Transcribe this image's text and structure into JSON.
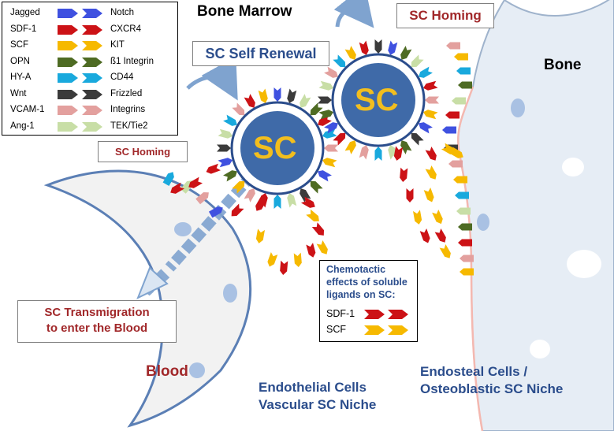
{
  "legend": {
    "rows": [
      {
        "ligand": "Jagged",
        "receptor": "Notch",
        "color": "#3f51e0"
      },
      {
        "ligand": "SDF-1",
        "receptor": "CXCR4",
        "color": "#cc1216"
      },
      {
        "ligand": "SCF",
        "receptor": "KIT",
        "color": "#f6b900"
      },
      {
        "ligand": "OPN",
        "receptor": "ß1 Integrin",
        "color": "#4e6b23"
      },
      {
        "ligand": "HY-A",
        "receptor": "CD44",
        "color": "#19a9dd"
      },
      {
        "ligand": "Wnt",
        "receptor": "Frizzled",
        "color": "#3b3b3b"
      },
      {
        "ligand": "VCAM-1",
        "receptor": "Integrins",
        "color": "#e3a09e"
      },
      {
        "ligand": "Ang-1",
        "receptor": "TEK/Tie2",
        "color": "#c8dea6"
      }
    ]
  },
  "titles": {
    "bone_marrow": "Bone Marrow",
    "bone": "Bone",
    "self_renewal": "SC Self Renewal",
    "homing_top": "SC Homing",
    "homing_left": "SC Homing",
    "transmigration_line1": "SC Transmigration",
    "transmigration_line2": "to enter the Blood",
    "blood": "Blood",
    "endothelial_line1": "Endothelial Cells",
    "endothelial_line2": "Vascular SC Niche",
    "endosteal_line1": "Endosteal Cells /",
    "endosteal_line2": "Osteoblastic SC Niche",
    "sc_left": "SC",
    "sc_right": "SC"
  },
  "chemotactic": {
    "line1": "Chemotactic",
    "line2": "effects of soluble",
    "line3": "ligands on SC:",
    "items": [
      {
        "label": "SDF-1",
        "color": "#cc1216"
      },
      {
        "label": "SCF",
        "color": "#f6b900"
      }
    ]
  },
  "colors": {
    "title_blue": "#2b4d8c",
    "title_red": "#a1282a",
    "cell_fill": "#3f6aa8",
    "sc_text": "#f2be1e",
    "bone_fill": "#e6edf5",
    "bone_edge": "#9fb3cc",
    "vessel_fill": "#f2f2f2",
    "vessel_edge": "#5b7fb5",
    "endosteal_line": "#f4b8b0"
  }
}
